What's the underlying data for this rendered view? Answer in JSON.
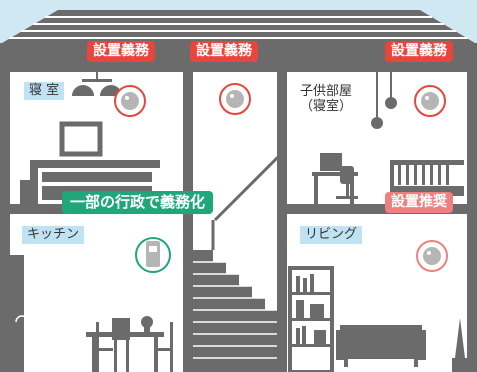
{
  "labels": {
    "required": "設置義務",
    "recommended": "設置推奨",
    "municipal": "一部の行政で義務化"
  },
  "rooms": {
    "bedroom": "寝 室",
    "kids_room_line1": "子供部屋",
    "kids_room_line2": "（寝室）",
    "kitchen": "キッチン",
    "living": "リビング"
  },
  "colors": {
    "background": "#cfe8f1",
    "walls": "#6b6b6b",
    "required": "#e8463c",
    "recommended": "#f08080",
    "municipal": "#1fa679",
    "room_label": "#bfe3f2"
  }
}
